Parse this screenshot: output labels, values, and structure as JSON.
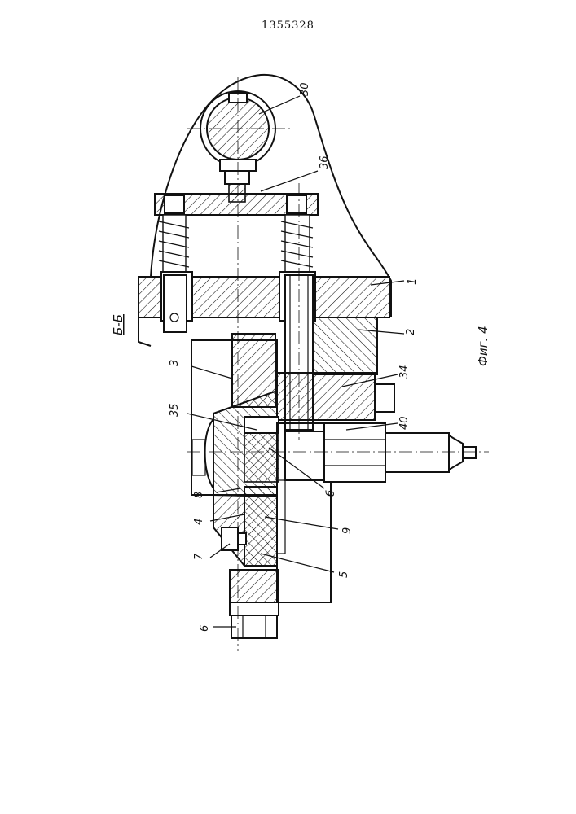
{
  "header": {
    "patent_number": "1355328"
  },
  "drawing": {
    "section_label": "Б-Б",
    "figure_caption": "Фиг. 4",
    "callouts": [
      {
        "id": "1",
        "text": "1"
      },
      {
        "id": "2",
        "text": "2"
      },
      {
        "id": "3",
        "text": "3"
      },
      {
        "id": "4",
        "text": "4"
      },
      {
        "id": "5",
        "text": "5"
      },
      {
        "id": "6",
        "text": "6"
      },
      {
        "id": "7",
        "text": "7"
      },
      {
        "id": "8",
        "text": "8"
      },
      {
        "id": "9",
        "text": "9"
      },
      {
        "id": "30",
        "text": "30"
      },
      {
        "id": "34",
        "text": "34"
      },
      {
        "id": "35",
        "text": "35"
      },
      {
        "id": "36",
        "text": "36"
      },
      {
        "id": "40",
        "text": "40"
      },
      {
        "id": "b",
        "text": "б"
      }
    ]
  }
}
